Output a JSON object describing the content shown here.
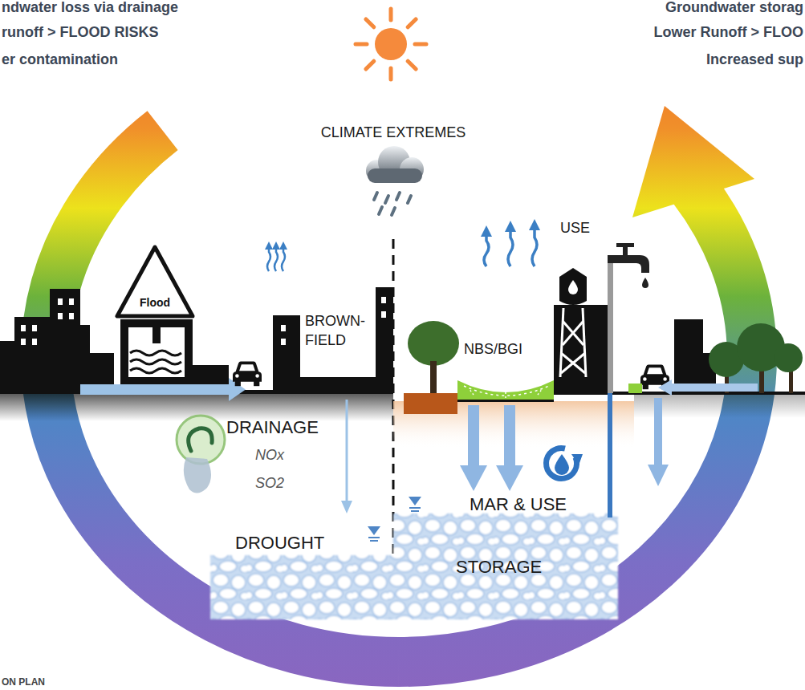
{
  "diagram": {
    "nodes": [
      {
        "text": [
          "Flood"
        ]
      }
    ],
    "labels": [
      "ndwater loss via drainage",
      "runoff > FLOOD RISKS",
      "er contamination",
      "Groundwater storag",
      "Lower Runoff > FLOO",
      "Increased sup",
      "CLIMATE EXTREMES",
      "USE",
      "BROWN- FIELD",
      "NBS/BGI",
      "DRAINAGE",
      "NOx",
      "SO2",
      "MAR & USE",
      "DROUGHT",
      "STORAGE",
      "ON PLAN"
    ]
  }
}
